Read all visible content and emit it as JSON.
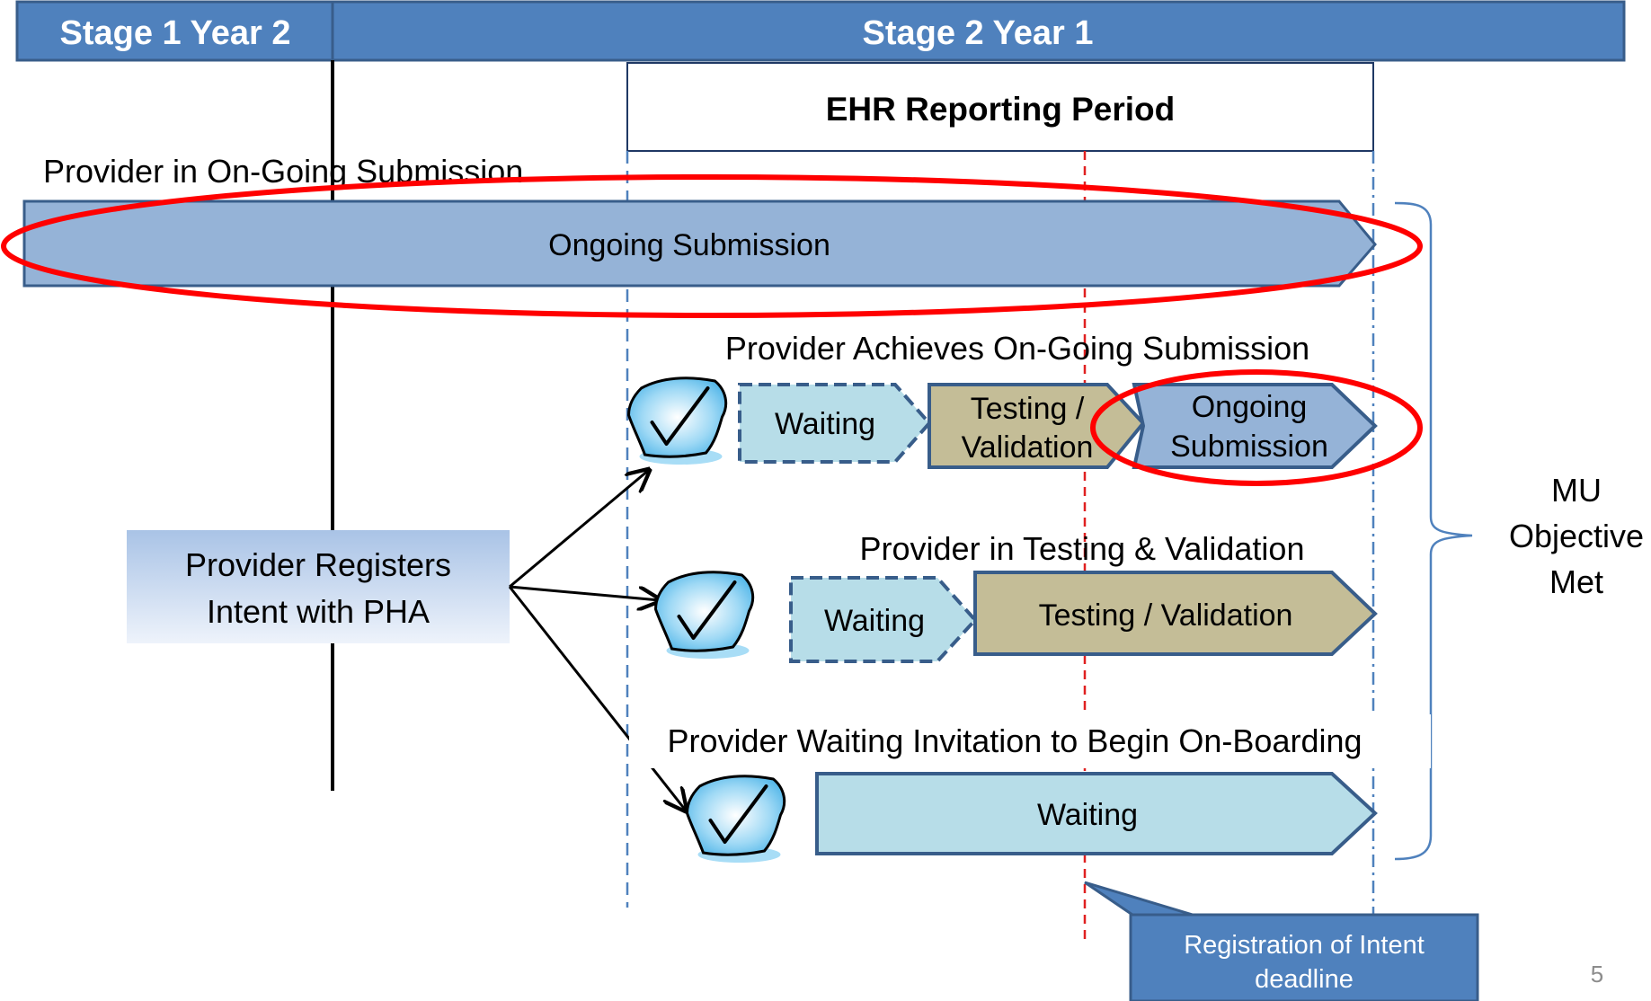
{
  "header": {
    "stage1": "Stage 1 Year 2",
    "stage2": "Stage 2 Year 1"
  },
  "reporting_period": "EHR Reporting Period",
  "row1": {
    "title": "Provider in On-Going Submission",
    "arrow": "Ongoing Submission"
  },
  "row2": {
    "title": "Provider Achieves On-Going Submission",
    "waiting": "Waiting",
    "testing_line1": "Testing /",
    "testing_line2": "Validation",
    "ongoing_line1": "Ongoing",
    "ongoing_line2": "Submission"
  },
  "row3": {
    "title": "Provider in Testing & Validation",
    "waiting": "Waiting",
    "testing": "Testing / Validation"
  },
  "row4": {
    "title": "Provider Waiting Invitation to Begin On-Boarding",
    "waiting": "Waiting"
  },
  "register": {
    "line1": "Provider Registers",
    "line2": "Intent with PHA"
  },
  "mu": {
    "line1": "MU",
    "line2": "Objective",
    "line3": "Met"
  },
  "callout": {
    "line1": "Registration of Intent",
    "line2": "deadline"
  },
  "page_number": "5",
  "icons": [
    "checkmark-icon"
  ],
  "colors": {
    "header_blue": "#4f81bd",
    "ongoing_blue": "#95b3d7",
    "waiting_light": "#b7dde8",
    "testing_tan": "#c4bd97",
    "highlight_red": "#ff0000",
    "deadline_red": "#e02020"
  }
}
